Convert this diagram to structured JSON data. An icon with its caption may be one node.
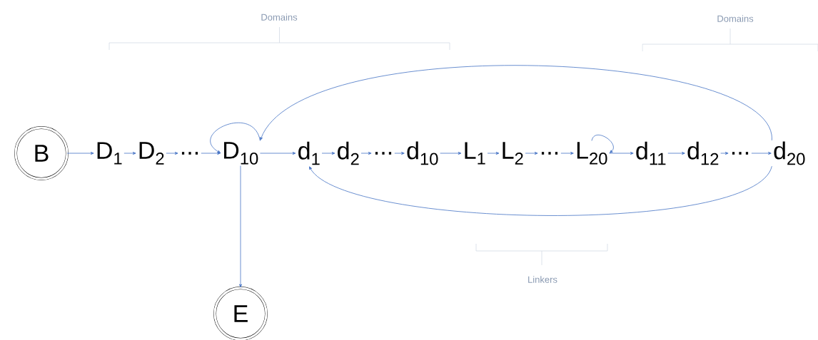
{
  "diagram": {
    "nodes": [
      {
        "text": [
          "B"
        ]
      },
      {
        "text": [
          "D$_{1}$"
        ]
      },
      {
        "text": [
          "D$_{2}$"
        ]
      },
      {
        "text": [
          "..."
        ]
      },
      {
        "text": [
          "D$_{10}$"
        ]
      },
      {
        "text": [
          "d$_{1}$"
        ]
      },
      {
        "text": [
          "d$_{2}$"
        ]
      },
      {
        "text": [
          "..."
        ]
      },
      {
        "text": [
          "d$_{10}$"
        ]
      },
      {
        "text": [
          "L$_{1}$"
        ]
      },
      {
        "text": [
          "L$_{2}$"
        ]
      },
      {
        "text": [
          "..."
        ]
      },
      {
        "text": [
          "L$_{20}$"
        ]
      },
      {
        "text": [
          "d$_{11}$"
        ]
      },
      {
        "text": [
          "d$_{12}$"
        ]
      },
      {
        "text": [
          "..."
        ]
      },
      {
        "text": [
          "d$_{20}$"
        ]
      },
      {
        "text": [
          "E"
        ]
      }
    ],
    "edges": [
      {
        "from": 0,
        "to": 1,
        "arrow": "to"
      },
      {
        "from": 1,
        "to": 2,
        "arrow": "to"
      },
      {
        "from": 2,
        "to": 3,
        "arrow": "to"
      },
      {
        "from": 3,
        "to": 4,
        "arrow": "to"
      },
      {
        "from": 4,
        "to": 5,
        "arrow": "to"
      },
      {
        "from": 5,
        "to": 6,
        "arrow": "to"
      },
      {
        "from": 6,
        "to": 7,
        "arrow": "to"
      },
      {
        "from": 7,
        "to": 8,
        "arrow": "to"
      },
      {
        "from": 8,
        "to": 9,
        "arrow": "to"
      },
      {
        "from": 9,
        "to": 10,
        "arrow": "to"
      },
      {
        "from": 10,
        "to": 11,
        "arrow": "to"
      },
      {
        "from": 11,
        "to": 12,
        "arrow": "to"
      },
      {
        "from": 12,
        "to": 13,
        "arrow": "to"
      },
      {
        "from": 13,
        "to": 14,
        "arrow": "to"
      },
      {
        "from": 14,
        "to": 15,
        "arrow": "to"
      },
      {
        "from": 15,
        "to": 16,
        "arrow": "to"
      },
      {
        "from": 4,
        "to": 4,
        "arrow": "to"
      },
      {
        "from": 12,
        "to": 12,
        "arrow": "to"
      },
      {
        "from": 16,
        "to": 4,
        "arrow": "to"
      },
      {
        "from": 16,
        "to": 5,
        "arrow": "to"
      },
      {
        "from": 4,
        "to": 17,
        "arrow": "to"
      }
    ],
    "labels": [
      "Domains",
      "Domains",
      "Linkers"
    ]
  }
}
